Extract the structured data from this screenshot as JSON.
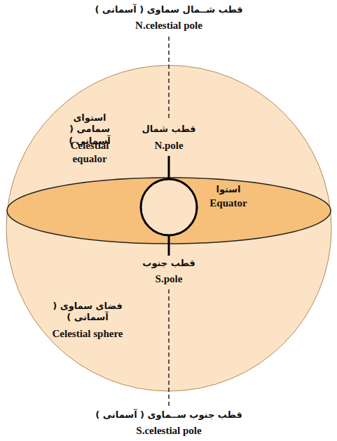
{
  "diagram": {
    "labels": [
      "قطب شــمال سماوی ( آسمانی )",
      "N.celestial pole",
      "استوای سمامی ( آسمانی )",
      "Celestial equalor",
      "قطب شمال",
      "N.pole",
      "استوا",
      "Equator",
      "قطب جنوب",
      "S.pole",
      "فضای سماوی ( آسمانی )",
      "Celestial sphere",
      "قطب جنوب ســماوی ( آسمانی )",
      "S.celestial pole"
    ]
  }
}
